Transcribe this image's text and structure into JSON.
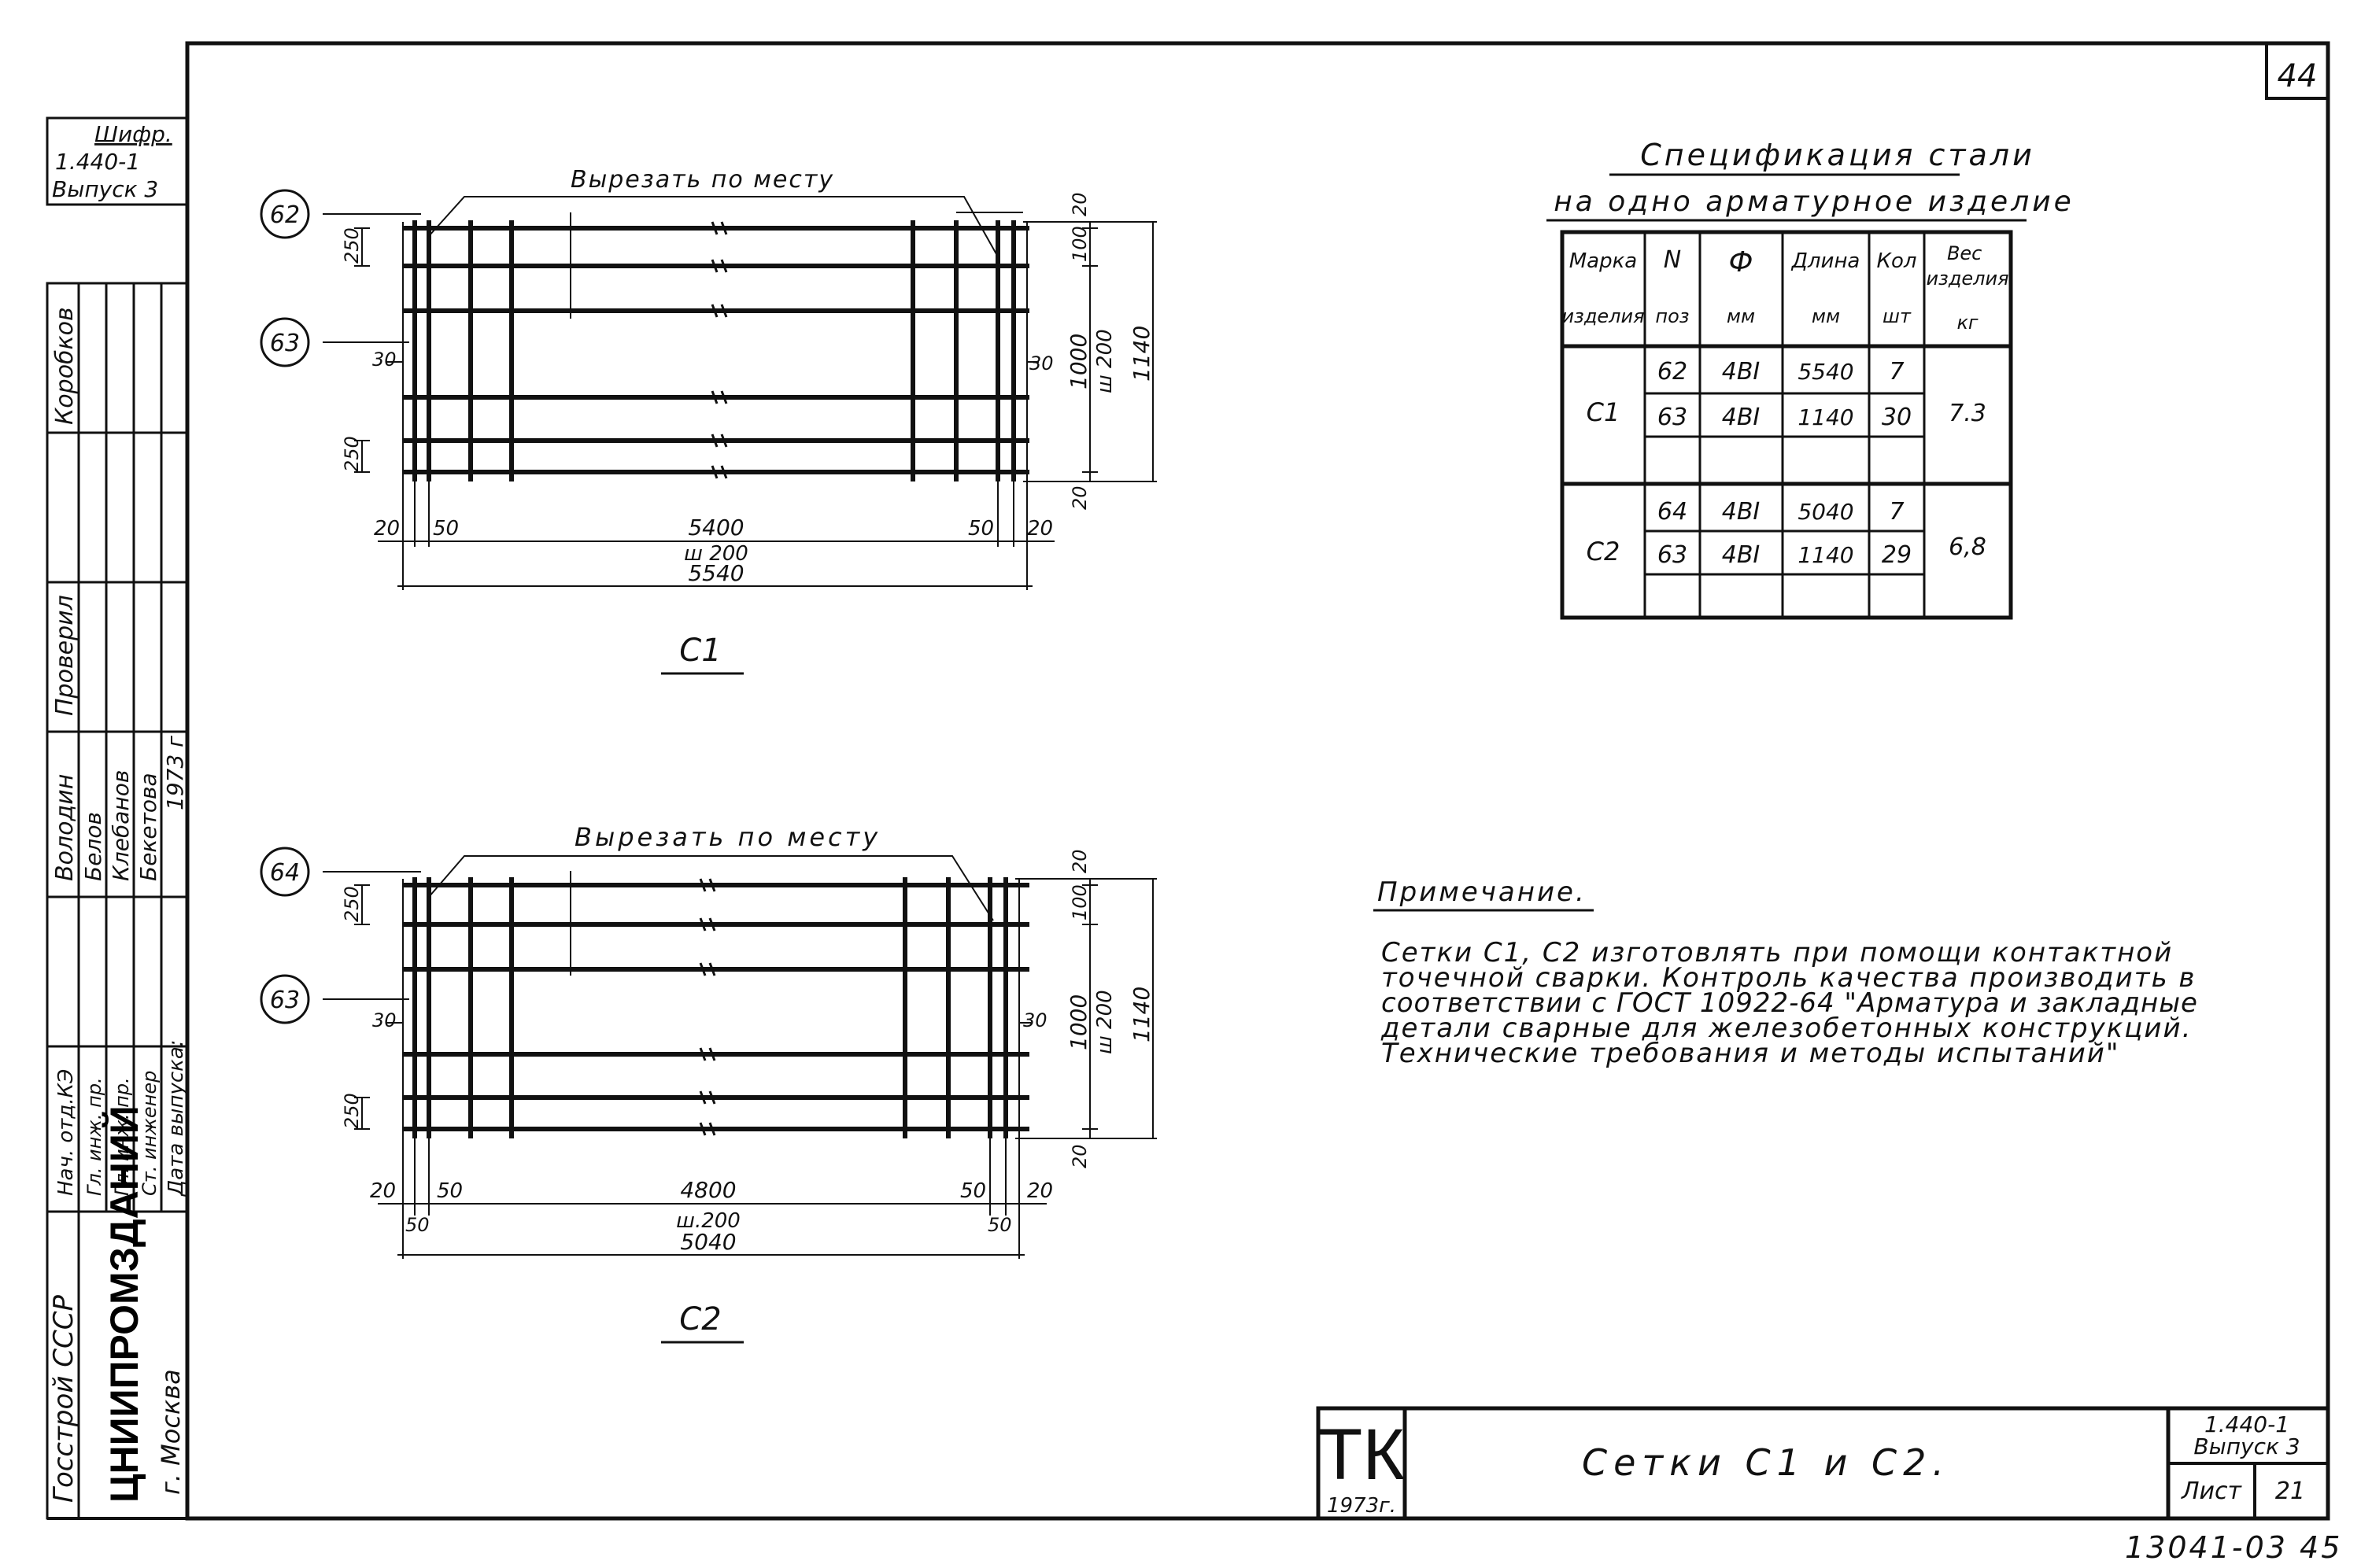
{
  "sheet_number": "44",
  "stamp_code": {
    "label": "Шифр.",
    "series": "1.440-1",
    "issue": "Выпуск 3"
  },
  "side_block": {
    "org_line1": "Госстрой СССР",
    "org_name": "ЦНИИПРОМЗДАНИЙ",
    "city": "г. Москва",
    "roles": [
      "Нач. отд.КЭ",
      "Гл. инж. пр.",
      "Гл. инж. пр.",
      "Ст. инженер",
      "Дата выпуска:"
    ],
    "names": [
      "Володин",
      "Белов",
      "Клебанов",
      "Бекетова",
      "1973 г"
    ],
    "checked_label": "Проверил",
    "checked_name": "Коробков"
  },
  "drawings": [
    {
      "title": "С1",
      "cut_note": "Вырезать по месту",
      "pos_top": "62",
      "pos_cross": "63",
      "dims": {
        "top_gap": "20",
        "bottom_gap": "20",
        "right_100": "100",
        "height_inner": "1000",
        "pitch_v": "ш 200",
        "height_total": "1140",
        "left_250_top": "250",
        "left_250_bottom": "250",
        "left_30": "30",
        "right_30": "30",
        "left_20": "20",
        "left_50": "50",
        "right_50": "50",
        "right_20": "20",
        "length_inner": "5400",
        "pitch_h": "ш 200",
        "length_total": "5540"
      }
    },
    {
      "title": "С2",
      "cut_note": "Вырезать по месту",
      "pos_top": "64",
      "pos_cross": "63",
      "dims": {
        "top_gap": "20",
        "bottom_gap": "20",
        "right_100": "100",
        "height_inner": "1000",
        "pitch_v": "ш 200",
        "height_total": "1140",
        "left_250_top": "250",
        "left_250_bottom": "250",
        "left_30": "30",
        "right_30": "30",
        "left_20": "20",
        "left_50": "50",
        "right_50": "50",
        "right_20": "20",
        "left_50_low": "50",
        "right_50_low": "50",
        "length_inner": "4800",
        "pitch_h": "ш.200",
        "length_total": "5040"
      }
    }
  ],
  "spec": {
    "title1": "Спецификация стали",
    "title2": "на одно арматурное изделие",
    "headers_top": [
      "Марка",
      "N",
      "Ф",
      "Длина",
      "Кол",
      "Вес изделия"
    ],
    "headers_bottom": [
      "изделия",
      "поз",
      "мм",
      "мм",
      "шт",
      "кг"
    ],
    "groups": [
      {
        "mark": "С1",
        "weight": "7.3",
        "rows": [
          {
            "pos": "62",
            "dia": "4ВI",
            "len": "5540",
            "qty": "7"
          },
          {
            "pos": "63",
            "dia": "4ВI",
            "len": "1140",
            "qty": "30"
          }
        ]
      },
      {
        "mark": "С2",
        "weight": "6,8",
        "rows": [
          {
            "pos": "64",
            "dia": "4ВI",
            "len": "5040",
            "qty": "7"
          },
          {
            "pos": "63",
            "dia": "4ВI",
            "len": "1140",
            "qty": "29"
          }
        ]
      }
    ]
  },
  "note": {
    "title": "Примечание.",
    "lines": [
      "Сетки С1, С2 изготовлять при помощи контактной",
      "точечной сварки. Контроль качества производить в",
      "соответствии с ГОСТ 10922-64 \"Арматура и закладные",
      "детали сварные для железобетонных конструкций.",
      "Технические требования и методы испытаний\""
    ]
  },
  "title_block": {
    "logo": "ТК",
    "logo_year": "1973г.",
    "title": "Сетки С1 и С2.",
    "series": "1.440-1",
    "issue": "Выпуск 3",
    "sheet_label": "Лист",
    "sheet_no": "21"
  },
  "archive_no": "13041-03 45"
}
